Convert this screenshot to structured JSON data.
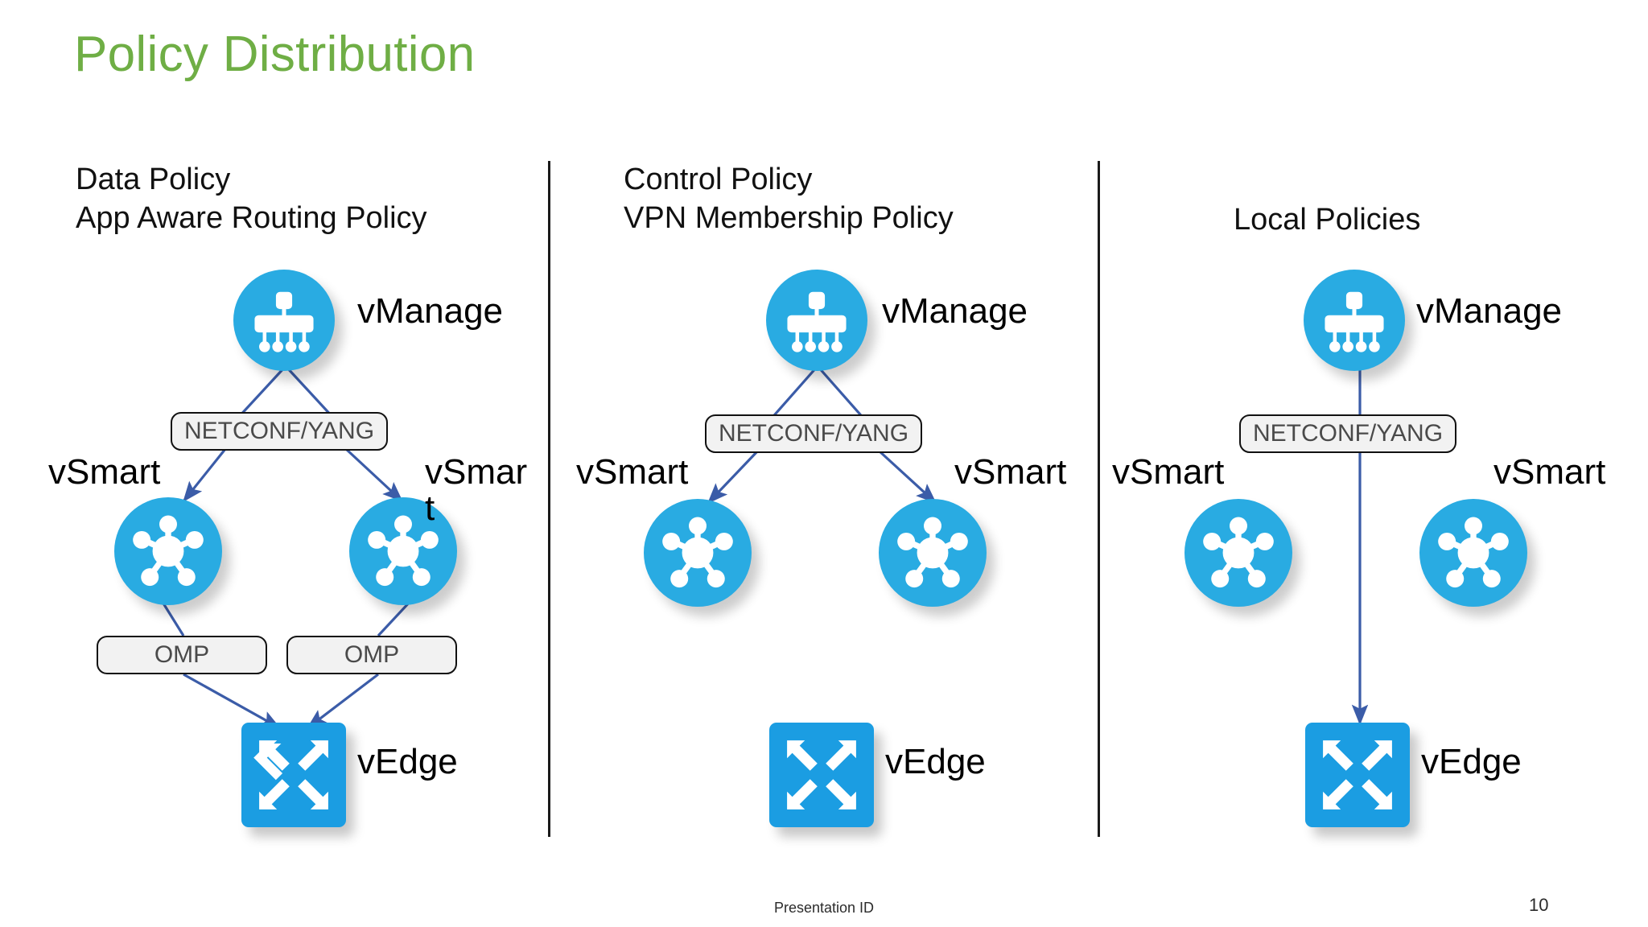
{
  "slide": {
    "title": "Policy Distribution",
    "title_color": "#6FAE45",
    "accent_blue": "#29ABE2",
    "arrow_color": "#3B5CA8",
    "background": "#ffffff"
  },
  "footer": {
    "text": "Presentation ID",
    "page_number": "10"
  },
  "columns": [
    {
      "id": "data-policy",
      "heading": "Data Policy\nApp Aware Routing Policy",
      "nodes": [
        {
          "id": "vmanage",
          "icon": "vmanage-icon",
          "label": "vManage"
        },
        {
          "id": "vsmart-left",
          "icon": "vsmart-icon",
          "label": "vSmart"
        },
        {
          "id": "vsmart-right",
          "icon": "vsmart-icon",
          "label": "vSmart"
        },
        {
          "id": "vedge",
          "icon": "vedge-icon",
          "label": "vEdge"
        }
      ],
      "pills": [
        {
          "id": "netconf-yang",
          "label": "NETCONF/YANG"
        },
        {
          "id": "omp-left",
          "label": "OMP"
        },
        {
          "id": "omp-right",
          "label": "OMP"
        }
      ]
    },
    {
      "id": "control-policy",
      "heading": "Control Policy\nVPN Membership Policy",
      "nodes": [
        {
          "id": "vmanage",
          "icon": "vmanage-icon",
          "label": "vManage"
        },
        {
          "id": "vsmart-left",
          "icon": "vsmart-icon",
          "label": "vSmart"
        },
        {
          "id": "vsmart-right",
          "icon": "vsmart-icon",
          "label": "vSmart"
        },
        {
          "id": "vedge",
          "icon": "vedge-icon",
          "label": "vEdge"
        }
      ],
      "pills": [
        {
          "id": "netconf-yang",
          "label": "NETCONF/YANG"
        }
      ]
    },
    {
      "id": "local-policies",
      "heading": "Local Policies",
      "nodes": [
        {
          "id": "vmanage",
          "icon": "vmanage-icon",
          "label": "vManage"
        },
        {
          "id": "vsmart-left",
          "icon": "vsmart-icon",
          "label": "vSmart"
        },
        {
          "id": "vsmart-right",
          "icon": "vsmart-icon",
          "label": "vSmart"
        },
        {
          "id": "vedge",
          "icon": "vedge-icon",
          "label": "vEdge"
        }
      ],
      "pills": [
        {
          "id": "netconf-yang",
          "label": "NETCONF/YANG"
        }
      ]
    }
  ]
}
